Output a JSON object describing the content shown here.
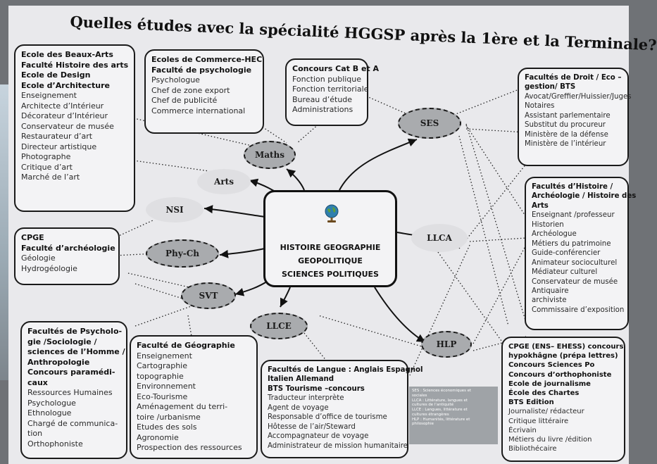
{
  "title": "Quelles études avec la spécialité HGGSP après la 1ère et la Terminale?",
  "center": {
    "lines": [
      "HISTOIRE GEOGRAPHIE",
      "GEOPOLITIQUE",
      "SCIENCES POLITIQUES"
    ],
    "icon": "globe-icon"
  },
  "ovals": {
    "maths": "Maths",
    "arts": "Arts",
    "nsi": "NSI",
    "phych": "Phy-Ch",
    "svt": "SVT",
    "ses": "SES",
    "llca": "LLCA",
    "llce": "LLCE",
    "hlp": "HLP"
  },
  "boxes": {
    "arts": {
      "bold": [
        "Ecole des Beaux-Arts",
        "Faculté Histoire des arts",
        "Ecole de Design",
        "Ecole d’Architecture"
      ],
      "items": [
        "Enseignement",
        "Architecte d’Intérieur",
        "Décorateur d’Intérieur",
        "Conservateur de musée",
        "Restaurateur d’art",
        "Directeur artistique",
        "Photographe",
        "Critique d’art",
        "Marché de l’art"
      ]
    },
    "commerce": {
      "bold": [
        "Ecoles de Commerce-HEC",
        "Faculté de psychologie"
      ],
      "items": [
        "Psychologue",
        "Chef de zone export",
        "Chef de publicité",
        "Commerce international"
      ]
    },
    "concours": {
      "bold": [
        "Concours Cat B et A"
      ],
      "items": [
        "Fonction publique",
        "Fonction territoriale",
        "Bureau d’étude",
        "Administrations"
      ]
    },
    "droit": {
      "bold": [
        "Facultés de Droit / Eco –",
        "gestion/ BTS"
      ],
      "items": [
        "Avocat/Greffier/Huissier/Juges",
        "Notaires",
        "Assistant parlementaire",
        "Substitut du procureur",
        "Ministère de la défense",
        "Ministère de l’intérieur"
      ]
    },
    "histoire": {
      "bold": [
        "Facultés d’Histoire /",
        "Archéologie / Histoire des",
        "Arts"
      ],
      "items": [
        "Enseignant /professeur",
        "Historien",
        "Archéologue",
        "Métiers du patrimoine",
        "Guide-conférencier",
        "Animateur socioculturel",
        "Médiateur culturel",
        "Conservateur de musée",
        "Antiquaire",
        "archiviste",
        "Commissaire d’exposition"
      ]
    },
    "cpge_arch": {
      "bold": [
        "CPGE",
        "Faculté d’archéologie"
      ],
      "items": [
        "Géologie",
        "Hydrogéologie"
      ]
    },
    "psycho": {
      "bold": [
        "Facultés de Psycholo-",
        "gie /Sociologie /",
        "sciences de l’Homme /",
        "Anthropologie",
        "Concours paramédi-",
        "caux"
      ],
      "items": [
        "Ressources Humaines",
        "Psychologue",
        "Ethnologue",
        "Chargé de communica-",
        "tion",
        "Orthophoniste"
      ]
    },
    "geo": {
      "bold": [
        "Faculté de Géographie"
      ],
      "items": [
        "Enseignement",
        "Cartographie",
        "topographie",
        "Environnement",
        "Eco-Tourisme",
        "Aménagement du terri-",
        "toire /urbanisme",
        "Etudes des sols",
        "Agronomie",
        "Prospection des ressources"
      ]
    },
    "langue": {
      "bold": [
        "Facultés de Langue : Anglais Espagnol",
        "Italien Allemand",
        "BTS Tourisme –concours"
      ],
      "items": [
        "Traducteur interprète",
        "Agent de voyage",
        "Responsable d’office de tourisme",
        "Hôtesse de l’air/Steward",
        "Accompagnateur de voyage",
        "Administrateur de mission humanitaire"
      ]
    },
    "cpge_ens": {
      "bold": [
        "CPGE (ENS– EHESS) concours",
        "hypokhâgne (prépa lettres)",
        "Concours Sciences Po",
        "Concours d’orthophoniste",
        "Ecole de journalisme",
        "École des Chartes",
        "BTS Edition"
      ],
      "items": [
        "Journaliste/ rédacteur",
        "Critique littéraire",
        "Écrivain",
        "Métiers du livre /édition",
        "Bibliothécaire"
      ]
    }
  },
  "legend": [
    "SES : Sciences économiques et",
    "sociales",
    "LLCA : Littérature, langues et",
    "cultures de l’antiquité",
    "LLCE : Langues, littérature et",
    "cultures étrangères",
    "HLP : Humanités, littérature et",
    "philosophie"
  ],
  "colors": {
    "poster_bg": "#e9e9ec",
    "oval_dark": "#a9abae",
    "oval_light": "#dfdfe2",
    "legend_bg": "#9fa3a7"
  }
}
